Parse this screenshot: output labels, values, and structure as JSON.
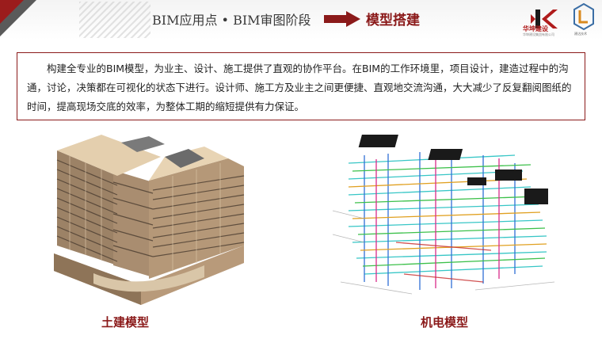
{
  "header": {
    "title_main": "BIM应用点 • BIM审图阶段",
    "title_sub": "模型搭建",
    "arrow_icon": "right-arrow-icon",
    "accent_color": "#8b1a1a"
  },
  "logos": {
    "company_name": "华坤建设",
    "company_tagline": "华坤建设集团有限公司",
    "partner_tagline": "建达技术"
  },
  "body": {
    "paragraph": "　　构建全专业的BIM模型，为业主、设计、施工提供了直观的协作平台。在BIM的工作环境里，项目设计，建造过程中的沟通，讨论，决策都在可视化的状态下进行。设计师、施工方及业主之间更便捷、直观地交流沟通，大大减少了反复翻阅图纸的时间，提高现场交底的效率，为整体工期的缩短提供有力保证。"
  },
  "figures": {
    "left_caption": "土建模型",
    "right_caption": "机电模型"
  }
}
